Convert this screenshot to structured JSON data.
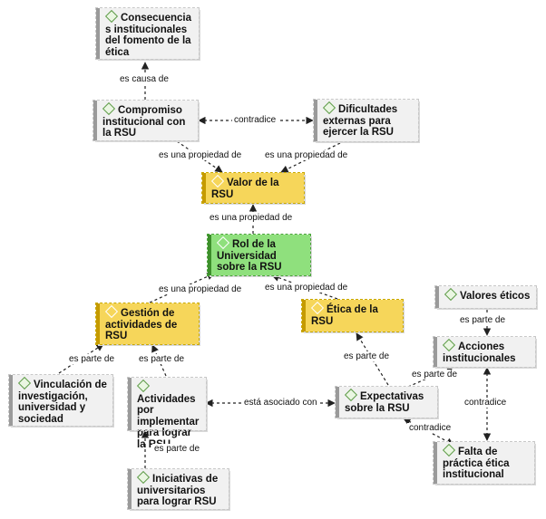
{
  "nodes": {
    "consecuencias": "Consecuencia s institucionales del fomento de la ética",
    "compromiso": "Compromiso institucional con la RSU",
    "dificultades": "Dificultades externas para ejercer la RSU",
    "valor": "Valor de la RSU",
    "rol": "Rol de la Universidad sobre la RSU",
    "gestion": "Gestión de actividades de RSU",
    "etica": "Ética de la RSU",
    "valores": "Valores éticos",
    "acciones": "Acciones institucionales",
    "vinculacion": "Vinculación de investigación, universidad y sociedad",
    "actividades": "Actividades por implementar para lograr la RSU",
    "expectativas": "Expectativas sobre la RSU",
    "iniciativas": "Iniciativas de universitarios para lograr RSU",
    "falta": "Falta de práctica ética institucional"
  },
  "edges": {
    "e1": "es causa de",
    "e2": "contradice",
    "e3": "es una propiedad de",
    "e4": "es una propiedad de",
    "e5": "es una propiedad de",
    "e6": "es una propiedad de",
    "e7": "es una propiedad de",
    "e8": "es parte de",
    "e9": "es parte de",
    "e10": "es parte de",
    "e11": "está asociado con",
    "e12": "es parte de",
    "e13": "es parte de",
    "e14": "contradice",
    "e15": "contradice",
    "e16": "es parte de"
  }
}
